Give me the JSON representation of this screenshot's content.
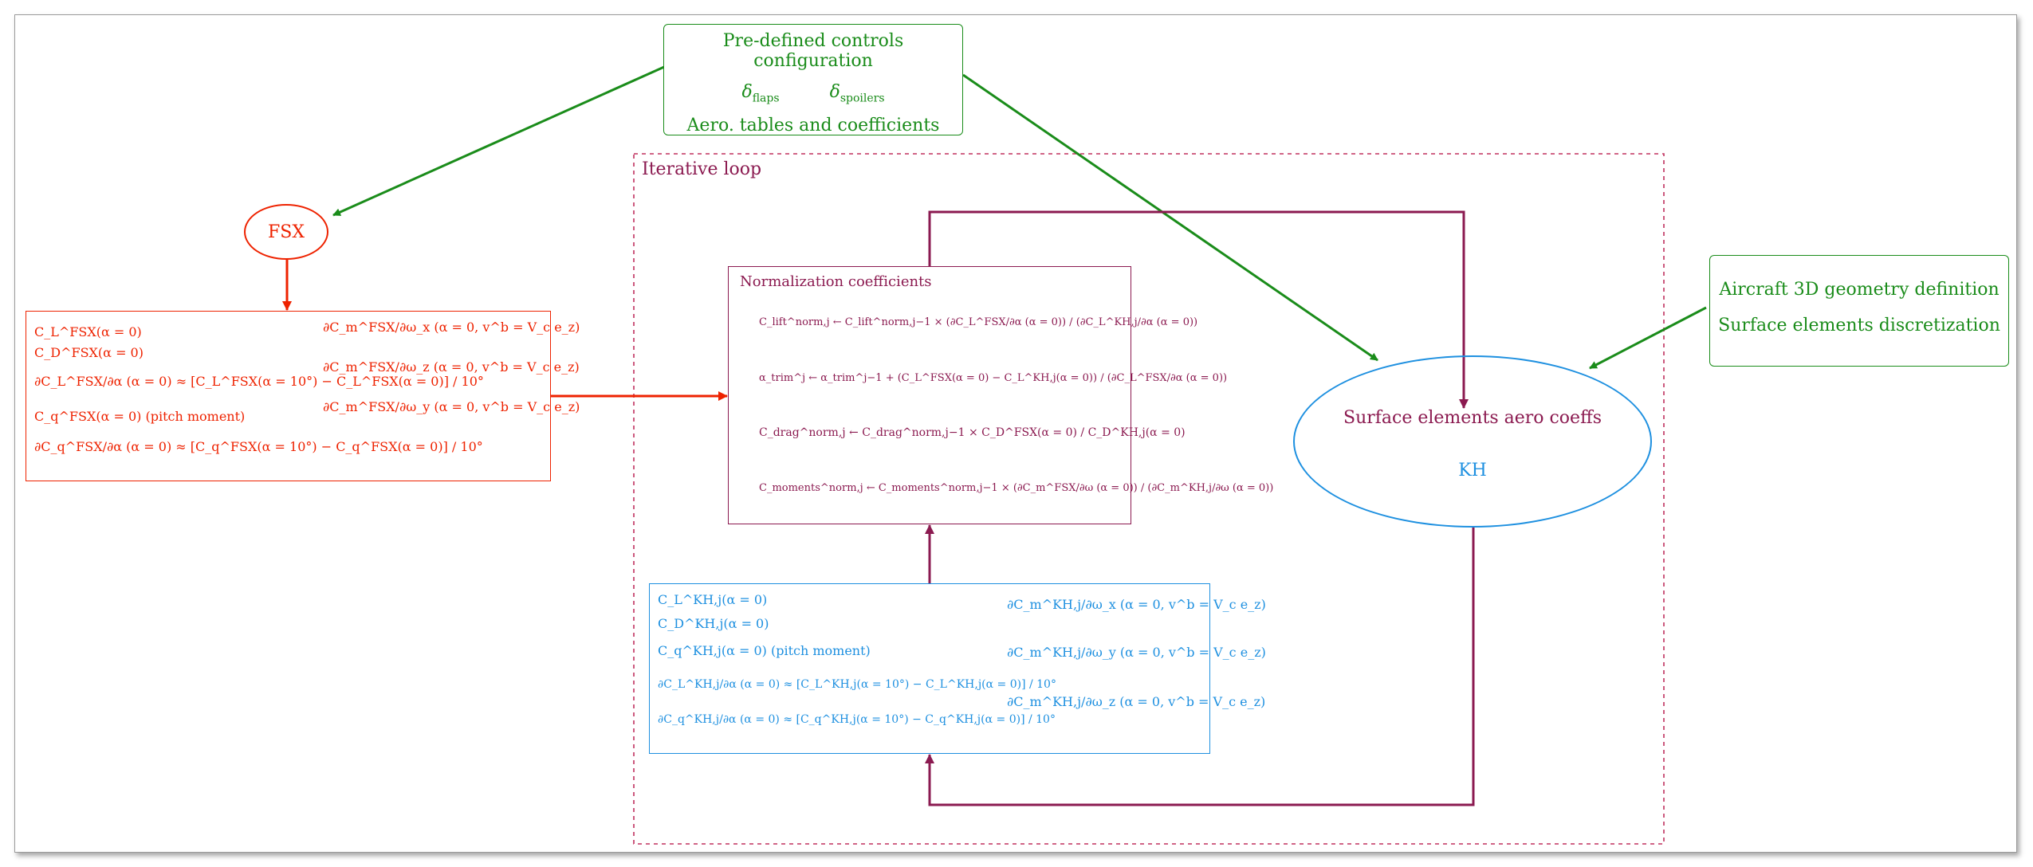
{
  "colors": {
    "green": "#1a8c1a",
    "red": "#ee2200",
    "plum": "#8b1a50",
    "blue": "#1e90e0"
  },
  "controls": {
    "title": "Pre-defined controls configuration",
    "delta": "δ",
    "flaps_sub": "flaps",
    "spoilers_sub": "spoilers",
    "tables": "Aero. tables and coefficients"
  },
  "geometry": {
    "line1": "Aircraft 3D geometry definition",
    "line2": "Surface elements discretization"
  },
  "loop": {
    "label": "Iterative loop"
  },
  "fsx": {
    "label": "FSX"
  },
  "kh": {
    "title": "Surface elements aero coeffs",
    "label": "KH"
  },
  "fsx_box": {
    "lines": [
      "C_L^FSX(α = 0)",
      "C_D^FSX(α = 0)",
      "∂C_L^FSX/∂α (α = 0) ≈ [C_L^FSX(α = 10°) − C_L^FSX(α = 0)] / 10°",
      "C_q^FSX(α = 0)     (pitch moment)",
      "∂C_q^FSX/∂α (α = 0) ≈ [C_q^FSX(α = 10°) − C_q^FSX(α = 0)] / 10°",
      "∂C_m^FSX/∂ω_x (α = 0, v^b = V_c e_z)",
      "∂C_m^FSX/∂ω_z (α = 0, v^b = V_c e_z)",
      "∂C_m^FSX/∂ω_y (α = 0, v^b = V_c e_z)"
    ]
  },
  "norm": {
    "header": "Normalization coefficients",
    "lines": [
      "C_lift^norm,j ← C_lift^norm,j−1 × (∂C_L^FSX/∂α (α = 0)) / (∂C_L^KH,j/∂α (α = 0))",
      "α_trim^j ← α_trim^j−1 + (C_L^FSX(α = 0) − C_L^KH,j(α = 0)) / (∂C_L^FSX/∂α (α = 0))",
      "C_drag^norm,j ← C_drag^norm,j−1 × C_D^FSX(α = 0) / C_D^KH,j(α = 0)",
      "C_moments^norm,j ← C_moments^norm,j−1 × (∂C_m^FSX/∂ω (α = 0)) / (∂C_m^KH,j/∂ω (α = 0))"
    ]
  },
  "kh_box": {
    "lines": [
      "C_L^KH,j(α = 0)",
      "C_D^KH,j(α = 0)",
      "C_q^KH,j(α = 0)     (pitch moment)",
      "∂C_L^KH,j/∂α (α = 0) ≈ [C_L^KH,j(α = 10°) − C_L^KH,j(α = 0)] / 10°",
      "∂C_q^KH,j/∂α (α = 0) ≈ [C_q^KH,j(α = 10°) − C_q^KH,j(α = 0)] / 10°",
      "∂C_m^KH,j/∂ω_x (α = 0, v^b = V_c e_z)",
      "∂C_m^KH,j/∂ω_y (α = 0, v^b = V_c e_z)",
      "∂C_m^KH,j/∂ω_z (α = 0, v^b = V_c e_z)"
    ]
  }
}
